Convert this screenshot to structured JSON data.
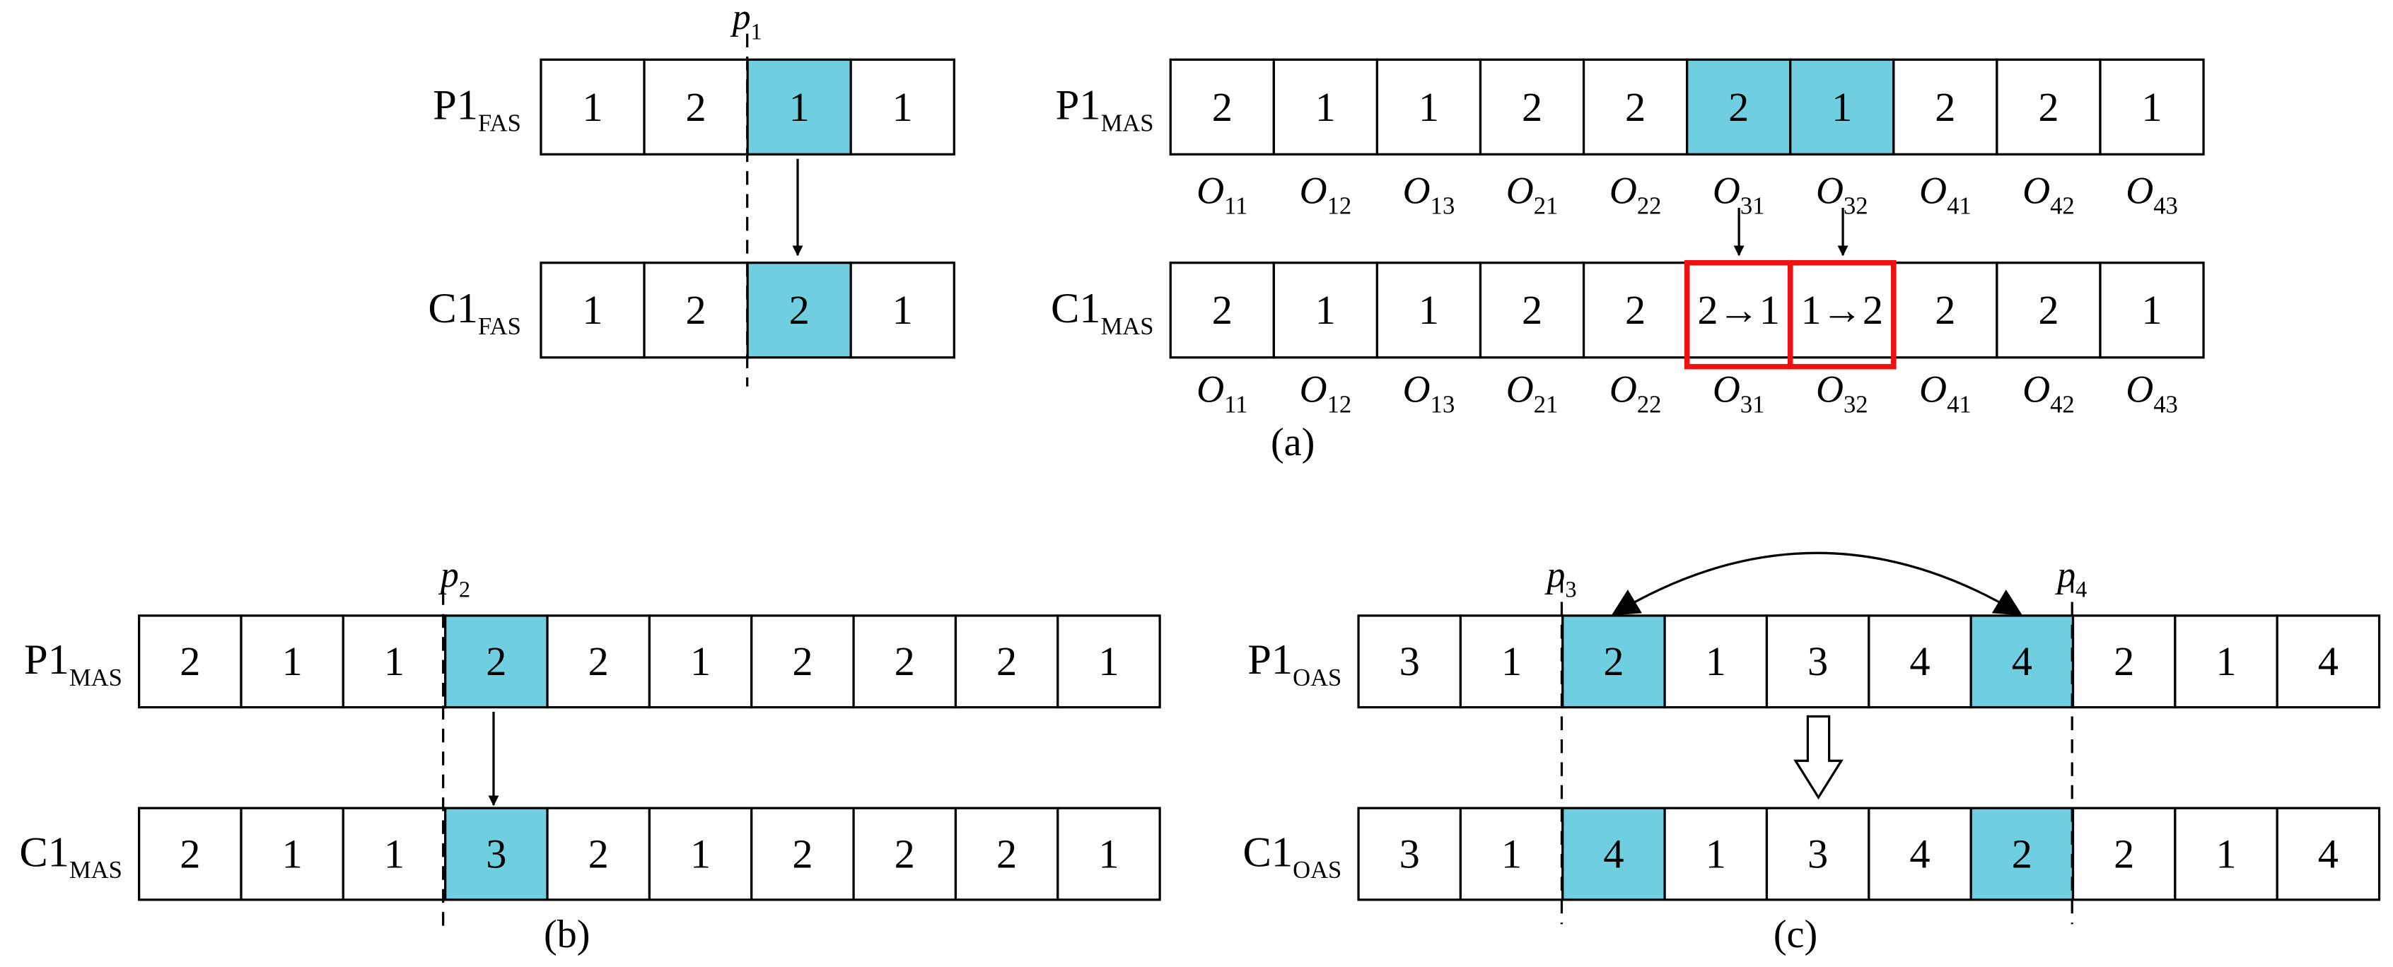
{
  "colors": {
    "highlight": "#6fcfe0",
    "mutation_box": "#ee1111",
    "stroke": "#000000",
    "background": "#ffffff"
  },
  "panel_a": {
    "label": "(a)",
    "cut_point": {
      "base": "p",
      "sub": "1"
    },
    "fas_parent": {
      "base": "P1",
      "sub": "FAS",
      "cells": [
        "1",
        "2",
        "1",
        "1"
      ],
      "highlight": [
        2
      ]
    },
    "fas_child": {
      "base": "C1",
      "sub": "FAS",
      "cells": [
        "1",
        "2",
        "2",
        "1"
      ],
      "highlight": [
        2
      ]
    },
    "mas_parent": {
      "base": "P1",
      "sub": "MAS",
      "cells": [
        "2",
        "1",
        "1",
        "2",
        "2",
        "2",
        "1",
        "2",
        "2",
        "1"
      ],
      "highlight": [
        5,
        6
      ]
    },
    "mas_child": {
      "base": "C1",
      "sub": "MAS",
      "cells": [
        "2",
        "1",
        "1",
        "2",
        "2",
        "2→1",
        "1→2",
        "2",
        "2",
        "1"
      ],
      "highlight": []
    },
    "mutated_cells": [
      5,
      6
    ],
    "operations": [
      {
        "base": "O",
        "sub": "11"
      },
      {
        "base": "O",
        "sub": "12"
      },
      {
        "base": "O",
        "sub": "13"
      },
      {
        "base": "O",
        "sub": "21"
      },
      {
        "base": "O",
        "sub": "22"
      },
      {
        "base": "O",
        "sub": "31"
      },
      {
        "base": "O",
        "sub": "32"
      },
      {
        "base": "O",
        "sub": "41"
      },
      {
        "base": "O",
        "sub": "42"
      },
      {
        "base": "O",
        "sub": "43"
      }
    ]
  },
  "panel_b": {
    "label": "(b)",
    "cut_point": {
      "base": "p",
      "sub": "2"
    },
    "parent": {
      "base": "P1",
      "sub": "MAS",
      "cells": [
        "2",
        "1",
        "1",
        "2",
        "2",
        "1",
        "2",
        "2",
        "2",
        "1"
      ],
      "highlight": [
        3
      ]
    },
    "child": {
      "base": "C1",
      "sub": "MAS",
      "cells": [
        "2",
        "1",
        "1",
        "3",
        "2",
        "1",
        "2",
        "2",
        "2",
        "1"
      ],
      "highlight": [
        3
      ]
    }
  },
  "panel_c": {
    "label": "(c)",
    "cut_points": [
      {
        "base": "p",
        "sub": "3"
      },
      {
        "base": "p",
        "sub": "4"
      }
    ],
    "parent": {
      "base": "P1",
      "sub": "OAS",
      "cells": [
        "3",
        "1",
        "2",
        "1",
        "3",
        "4",
        "4",
        "2",
        "1",
        "4"
      ],
      "highlight": [
        2,
        6
      ]
    },
    "child": {
      "base": "C1",
      "sub": "OAS",
      "cells": [
        "3",
        "1",
        "4",
        "1",
        "3",
        "4",
        "2",
        "2",
        "1",
        "4"
      ],
      "highlight": [
        2,
        6
      ]
    }
  }
}
